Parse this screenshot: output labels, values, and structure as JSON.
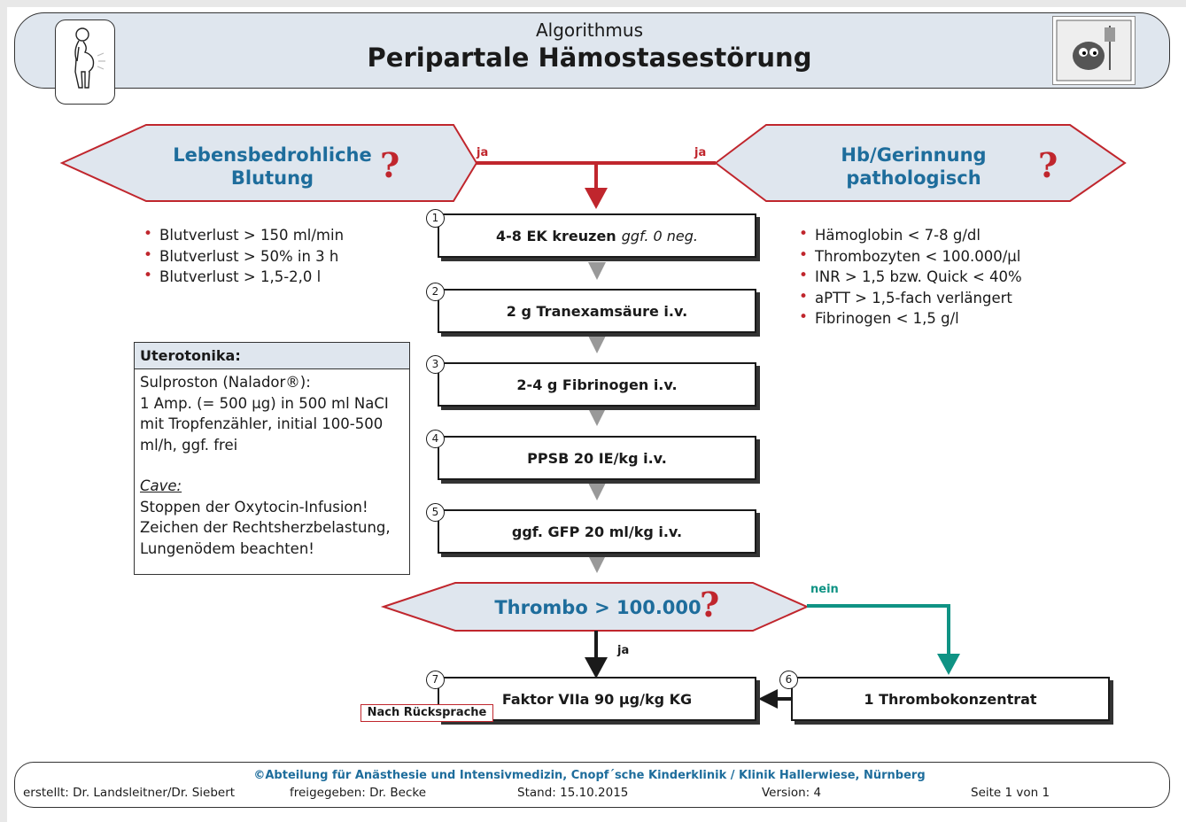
{
  "header": {
    "subtitle": "Algorithmus",
    "title": "Peripartale Hämostasestörung",
    "icon": "pregnant-woman-icon",
    "logo": "clinic-logo"
  },
  "decisions": {
    "left": {
      "line1": "Lebensbedrohliche",
      "line2": "Blutung",
      "mark": "?"
    },
    "right": {
      "line1": "Hb/Gerinnung",
      "line2": "pathologisch",
      "mark": "?"
    },
    "thrombo": {
      "label": "Thrombo > 100.000",
      "mark": "?"
    }
  },
  "branch_labels": {
    "ja_left": "ja",
    "ja_right": "ja",
    "ja_down": "ja",
    "nein": "nein"
  },
  "left_criteria": [
    "Blutverlust > 150 ml/min",
    "Blutverlust > 50% in 3 h",
    "Blutverlust > 1,5-2,0 l"
  ],
  "right_criteria": [
    "Hämoglobin < 7-8 g/dl",
    "Thrombozyten < 100.000/µl",
    "INR > 1,5 bzw. Quick < 40%",
    "aPTT > 1,5-fach verlängert",
    "Fibrinogen < 1,5 g/l"
  ],
  "steps": [
    {
      "num": "1",
      "text": "4-8 EK kreuzen",
      "note": "ggf. 0 neg."
    },
    {
      "num": "2",
      "text": "2 g Tranexamsäure i.v."
    },
    {
      "num": "3",
      "text": "2-4 g Fibrinogen i.v."
    },
    {
      "num": "4",
      "text": "PPSB 20 IE/kg i.v."
    },
    {
      "num": "5",
      "text": "ggf. GFP 20 ml/kg i.v."
    },
    {
      "num": "6",
      "text": "1 Thrombokonzentrat"
    },
    {
      "num": "7",
      "text": "Faktor VIIa 90 µg/kg KG"
    }
  ],
  "step7_tag": "Nach Rücksprache",
  "uterotonika": {
    "heading": "Uterotonika:",
    "lines": [
      "Sulproston (Nalador®):",
      "1 Amp. (= 500 µg) in 500 ml NaCI",
      "mit Tropfenzähler, initial 100-500",
      "ml/h, ggf. frei"
    ],
    "cave_label": "Cave:",
    "cave_lines": [
      "Stoppen der Oxytocin-Infusion!",
      "Zeichen der Rechtsherzbelastung,",
      "Lungenödem beachten!"
    ]
  },
  "footer": {
    "copyright": "©Abteilung für Anästhesie und Intensivmedizin, Cnopf´sche Kinderklinik / Klinik Hallerwiese, Nürnberg",
    "created": "erstellt: Dr. Landsleitner/Dr. Siebert",
    "approved": "freigegeben: Dr. Becke",
    "date": "Stand: 15.10.2015",
    "version": "Version: 4",
    "page": "Seite 1 von 1"
  },
  "colors": {
    "accent_red": "#c0262d",
    "title_blue": "#1e6d9c",
    "teal": "#0f9384",
    "header_bg": "#dfe6ee"
  }
}
